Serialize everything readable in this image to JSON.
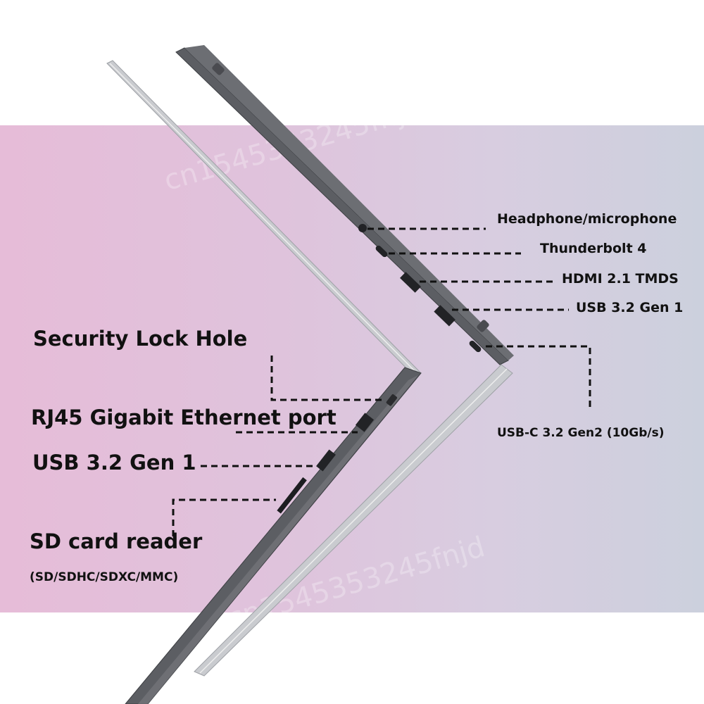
{
  "watermark": "cn1545353245fnjd",
  "right_labels": {
    "headphone": "Headphone/microphone",
    "thunderbolt": "Thunderbolt 4",
    "hdmi": "HDMI 2.1 TMDS",
    "usb_a_right": "USB 3.2 Gen 1",
    "usb_c": "USB-C 3.2 Gen2 (10Gb/s)"
  },
  "left_labels": {
    "security": "Security Lock Hole",
    "rj45": "RJ45 Gigabit Ethernet port",
    "usb_a_left": "USB 3.2 Gen 1",
    "sd_title": "SD card reader",
    "sd_formats": "(SD/SDHC/SDXC/MMC)"
  },
  "colors": {
    "band_left": "#e6bcd8",
    "band_right": "#ccd0dd",
    "chassis_dark": "#5c5e63",
    "chassis_light": "#b9bbbf"
  }
}
